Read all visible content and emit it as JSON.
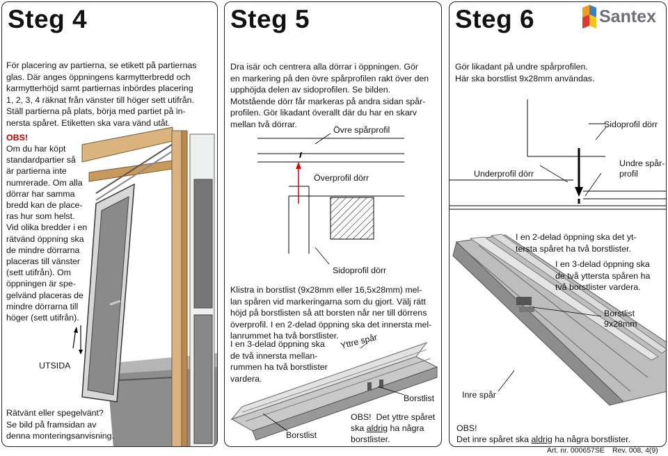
{
  "logo": {
    "text": "Santex"
  },
  "step4": {
    "title": "Steg 4",
    "intro": "För placering av partierna, se etikett på partiernas\nglas. Där anges öppningens karmytterbredd och\nkarmytterhöjd samt partiernas inbördes placering\n1, 2, 3, 4 räknat från vänster till höger sett utifrån.\nStäll partierna på plats, börja med partiet på in-\nnersta spåret. Etiketten ska vara vänd utåt.",
    "obs_label": "OBS!",
    "obs_text": "Om du har köpt\nstandardpartier så\när partierna inte\nnumrerade. Om alla\ndörrar har samma\nbredd kan de place-\nras hur som helst.\nVid olika bredder i en\nrätvänd öppning ska\nde mindre dörrarna\nplaceras till vänster\n(sett utifrån). Om\nöppningen är spe-\ngelvänd placeras de\nmindre dörrarna till\nhöger (sett utifrån).",
    "utsida": "UTSIDA",
    "bottom": "Rätvänt eller spegelvänt?\nSe bild på framsidan av\ndenna monteringsanvisning."
  },
  "step5": {
    "title": "Steg 5",
    "intro": "Dra isär och centrera alla dörrar i öppningen. Gör\nen markering på den övre spårprofilen rakt över den\nupphöjda delen av sidoprofilen. Se bilden.\nMotstående dörr får markeras på andra sidan spår-\nprofilen. Gör likadant överallt där du har en skarv\nmellan två dörrar.",
    "label_ovre": "Övre spårprofil",
    "label_overprofil": "Överprofil dörr",
    "label_sidoprofil": "Sidoprofil dörr",
    "text2": "Klistra in borstlist (9x28mm eller 16,5x28mm) mel-\nlan spåren vid markeringarna som du gjort. Välj rätt\nhöjd på borstlisten så att borsten når ner till dörrens\növerprofil. I en 2-delad öppning ska det innersta mel-\nlanrummet ha två borstlister.",
    "text3": "I en 3-delad öppning ska\nde två innersta mellan-\nrummen ha två borstlister\nvardera.",
    "label_yttre": "Yttre spår",
    "label_borstlist_a": "Borstlist",
    "label_borstlist_b": "Borstlist",
    "obs_pre": "OBS!  Det yttre spåret\nska ",
    "obs_aldrig": "aldrig",
    "obs_post": " ha några\nborstlister."
  },
  "step6": {
    "title": "Steg 6",
    "intro": "Gör likadant på undre spårprofilen.\nHär ska borstlist 9x28mm användas.",
    "label_sidoprofil": "Sidoprofil dörr",
    "label_underprofil": "Underprofil dörr",
    "label_undre": "Undre spår-\nprofil",
    "note2": "I en 2-delad öppning ska det yt-\ntersta spåret ha två borstlister.",
    "note3": "I en 3-delad öppning ska\nde två yttersta spåren ha\ntvå borstlister vardera.",
    "label_borstlist": "Borstlist\n9x28mm",
    "label_inre": "Inre spår",
    "obs_label": "OBS!",
    "obs_pre": "Det inre spåret ska ",
    "obs_aldrig": "aldrig",
    "obs_post": " ha några borstlister."
  },
  "footer": {
    "art": "Art. nr. 000657SE",
    "rev": "Rev. 008, 4(9)"
  }
}
